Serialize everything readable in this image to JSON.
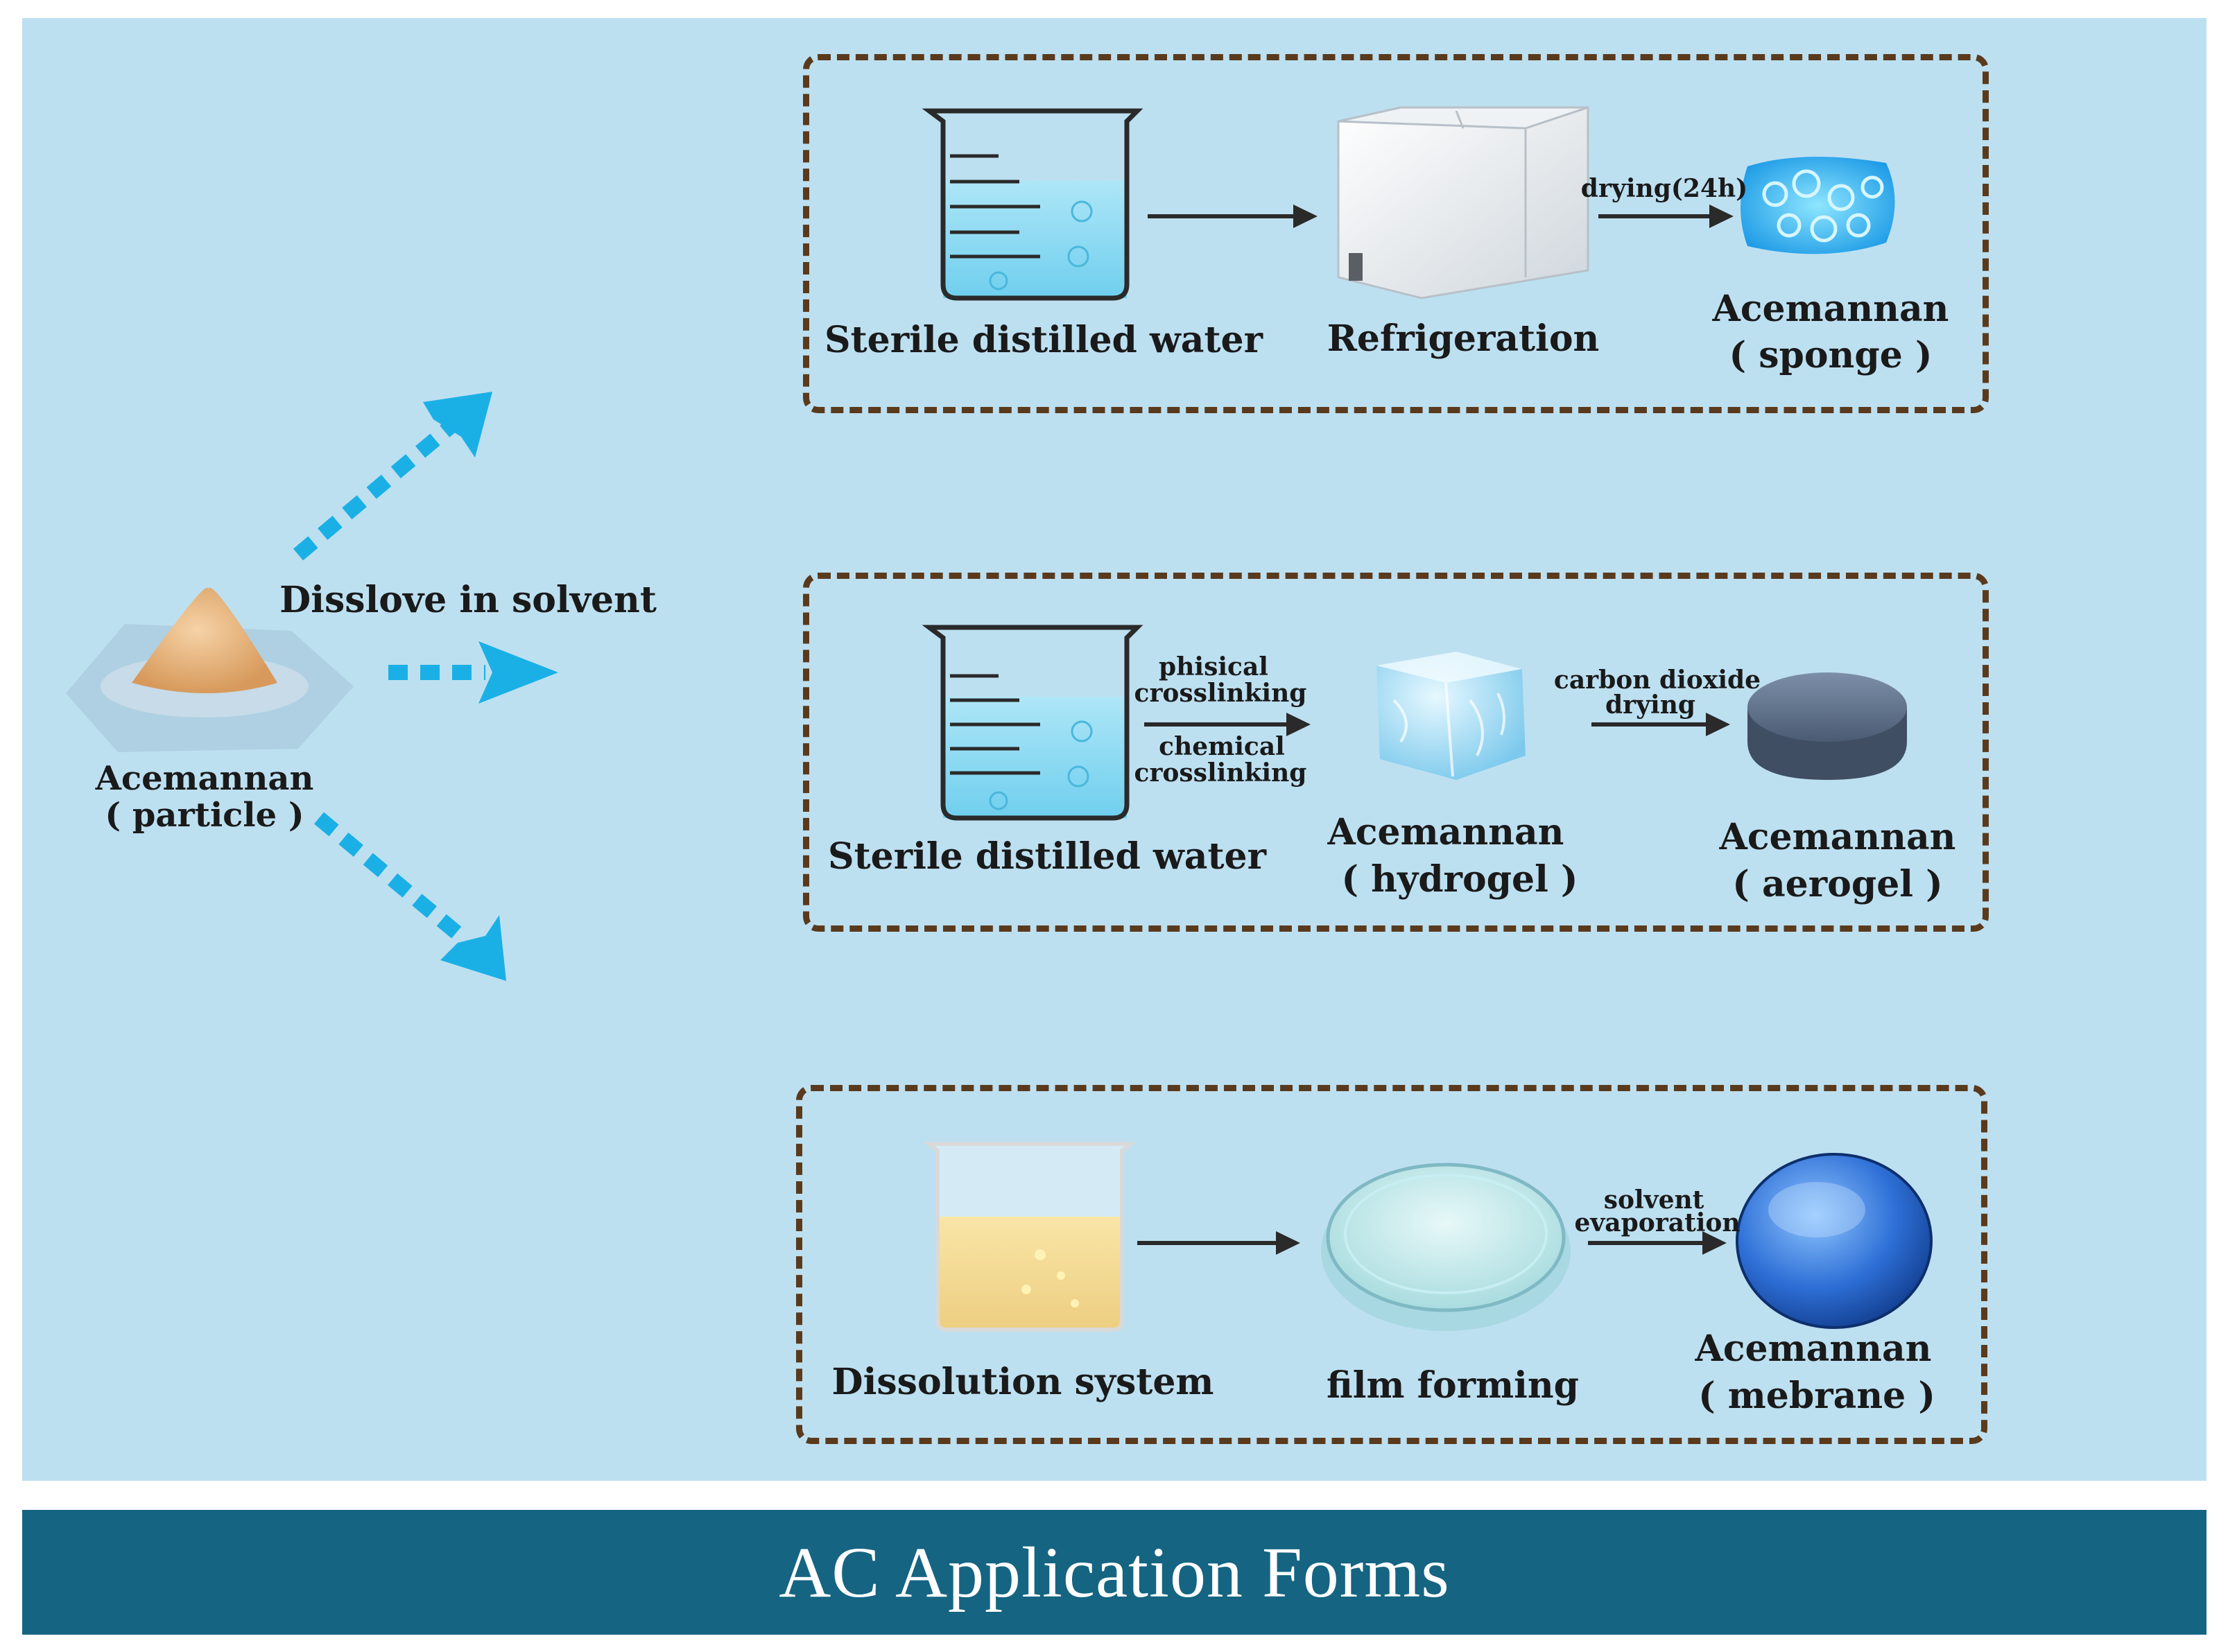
{
  "source": {
    "name_label": "Acemannan",
    "form_label": "( particle )",
    "action_label": "Disslove in solvent"
  },
  "rows": [
    {
      "start_label": "Sterile distilled water",
      "mid_label": "Refrigeration",
      "step2_label": "drying(24h)",
      "product_name": "Acemannan",
      "product_form": "( sponge )"
    },
    {
      "start_label": "Sterile distilled water",
      "step1_label_a": "phisical",
      "step1_label_b": "crosslinking",
      "step1_label_c": "chemical",
      "step1_label_d": "crosslinking",
      "mid_name": "Acemannan",
      "mid_form": "( hydrogel )",
      "step2_label_a": "carbon dioxide",
      "step2_label_b": "drying",
      "product_name": "Acemannan",
      "product_form": "( aerogel )"
    },
    {
      "start_label": "Dissolution system",
      "mid_label": "film forming",
      "step2_label_a": "solvent",
      "step2_label_b": "evaporation",
      "product_name": "Acemannan",
      "product_form": "( mebrane )"
    }
  ],
  "banner": {
    "title": "AC Application Forms"
  },
  "colors": {
    "background": "#bde0f1",
    "banner": "#156482",
    "dashed_border": "#5a3a1c",
    "dotted_arrow": "#1ab0e6"
  }
}
